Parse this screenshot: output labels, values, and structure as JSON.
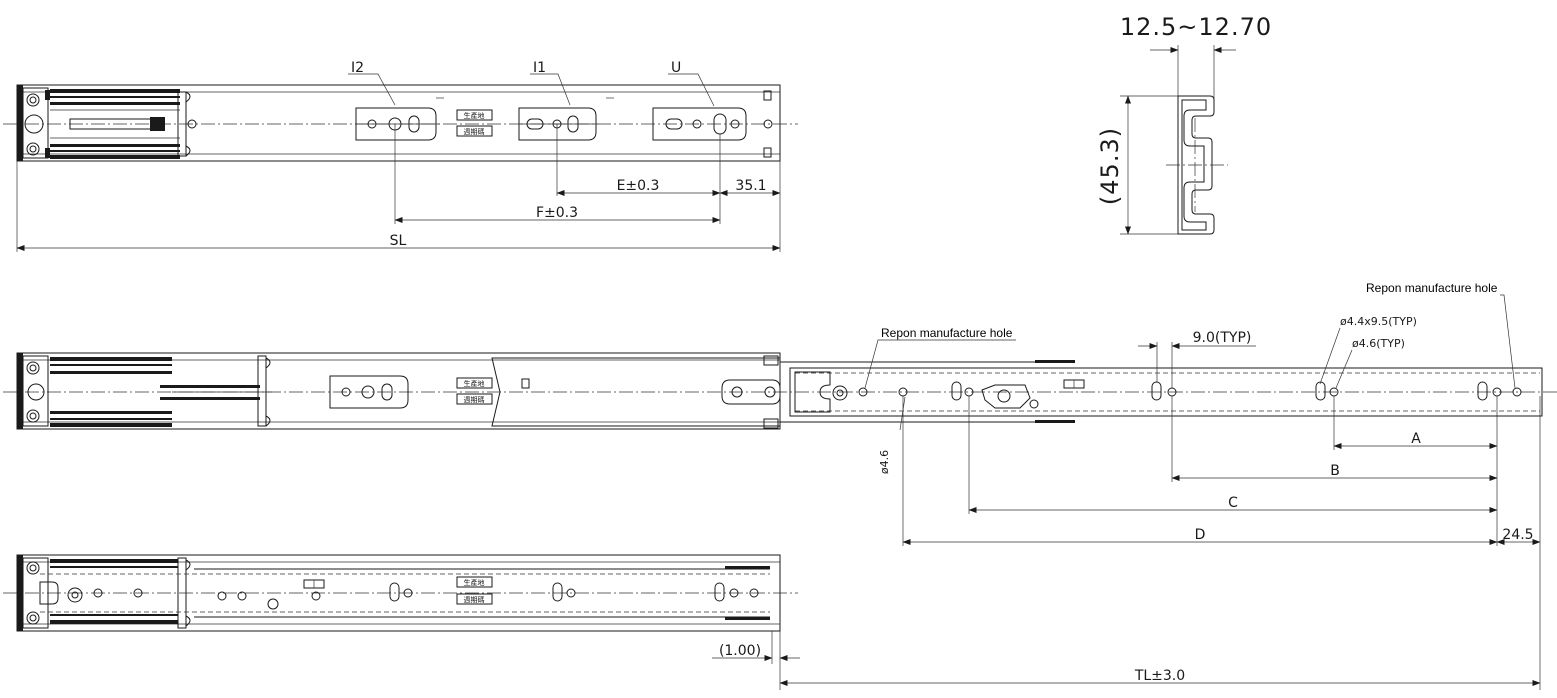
{
  "top_view": {
    "label_i2": "I2",
    "label_i1": "I1",
    "label_u": "U",
    "dim_e": "E±0.3",
    "dim_35": "35.1",
    "dim_f": "F±0.3",
    "dim_sl": "SL",
    "tag_origin": "生產地",
    "tag_date": "週期碼"
  },
  "section_view": {
    "dim_width": "12.5~12.70",
    "dim_height": "(45.3)"
  },
  "extended_view": {
    "note_repon_1": "Repon manufacture hole",
    "note_repon_2": "Repon manufacture hole",
    "dim_pitch": "9.0(TYP)",
    "dim_slot": "ø4.4x9.5(TYP)",
    "dim_hole": "ø4.6(TYP)",
    "dim_hole_side": "ø4.6",
    "dim_a": "A",
    "dim_b": "B",
    "dim_c": "C",
    "dim_d": "D",
    "dim_24": "24.5",
    "tag_origin": "生產地",
    "tag_date": "週期碼"
  },
  "bottom_view": {
    "dim_gap": "(1.00)",
    "dim_tl": "TL±3.0",
    "tag_origin": "生產地",
    "tag_date": "週期碼"
  }
}
